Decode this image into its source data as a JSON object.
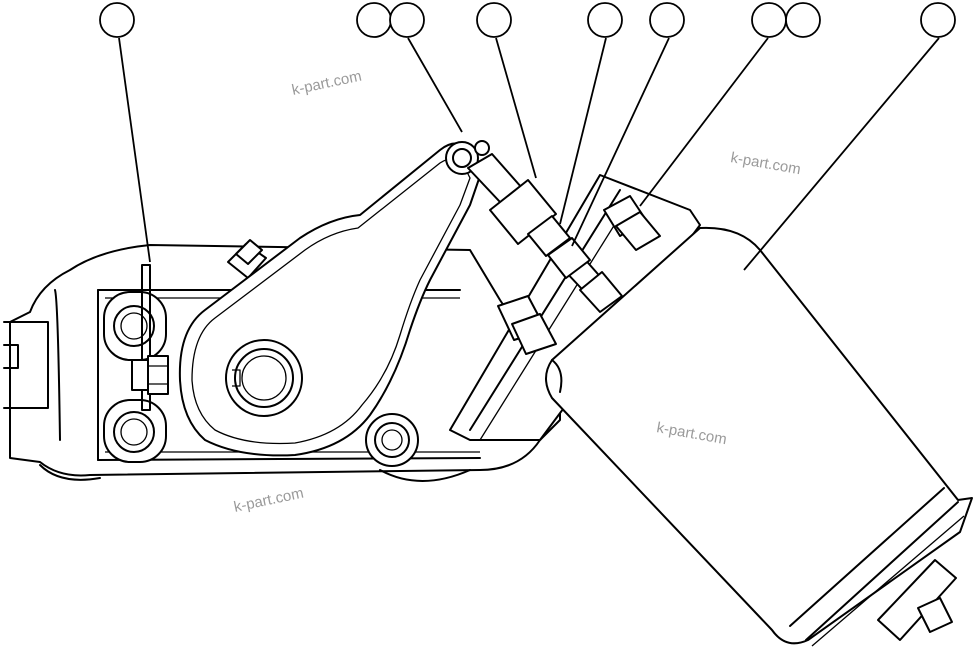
{
  "watermarks": [
    "k-part.com",
    "k-part.com",
    "k-part.com",
    "k-part.com"
  ],
  "callouts": [
    {
      "id": "c1",
      "label": ""
    },
    {
      "id": "c2",
      "label": ""
    },
    {
      "id": "c3",
      "label": ""
    },
    {
      "id": "c4",
      "label": ""
    },
    {
      "id": "c5",
      "label": ""
    },
    {
      "id": "c6",
      "label": ""
    },
    {
      "id": "c7",
      "label": ""
    },
    {
      "id": "c8",
      "label": ""
    },
    {
      "id": "c9",
      "label": ""
    }
  ]
}
